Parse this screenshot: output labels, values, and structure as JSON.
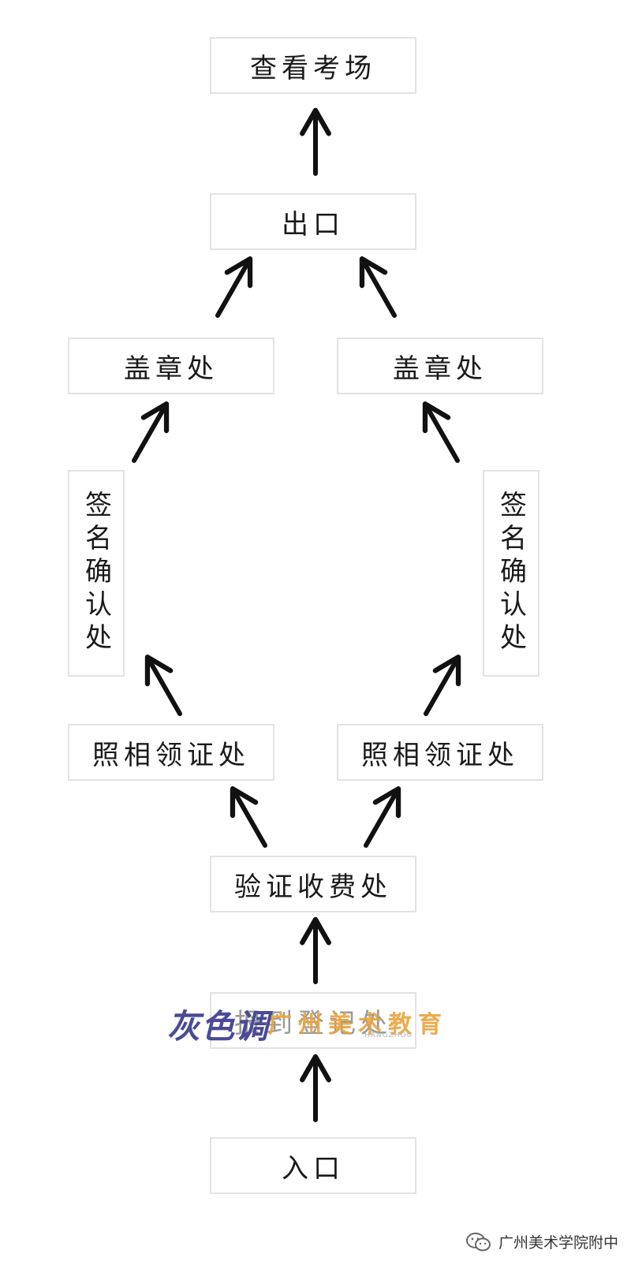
{
  "nodes": {
    "exam_room": "查看考场",
    "exit": "出口",
    "stamp_left": "盖章处",
    "stamp_right": "盖章处",
    "sign_left": "签名确认处",
    "sign_right": "签名确认处",
    "photo_left": "照相领证处",
    "photo_right": "照相领证处",
    "verify_fee": "验证收费处",
    "register": "报到登记处",
    "entrance": "入口"
  },
  "watermark": {
    "main": "灰色调",
    "sub": "广州美术教育",
    "tiny": "HANGZHOU"
  },
  "footer": {
    "source": "广州美术学院附中",
    "icon": "wechat-icon"
  },
  "colors": {
    "arrow": "#111111",
    "box_border": "#e3e3e3",
    "watermark_main": "#4a4a96",
    "watermark_sub": "#e9a33b"
  }
}
